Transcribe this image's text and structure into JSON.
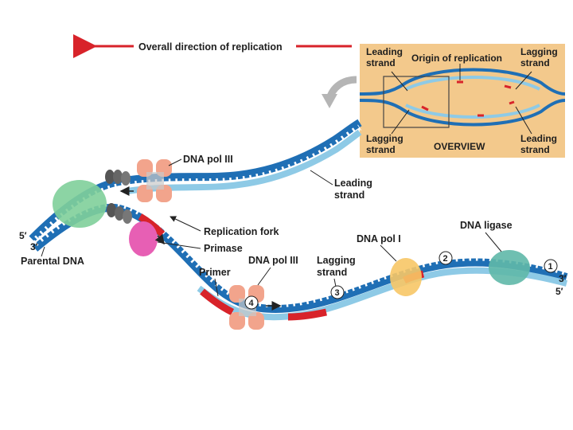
{
  "header": {
    "direction_label": "Overall direction of replication",
    "accent_color": "#d8232a"
  },
  "overview": {
    "title": "OVERVIEW",
    "leading_top": [
      "Leading",
      "strand"
    ],
    "origin": "Origin of replication",
    "lagging_top": [
      "Lagging",
      "strand"
    ],
    "lagging_bottom": [
      "Lagging",
      "strand"
    ],
    "leading_bottom": [
      "Leading",
      "strand"
    ],
    "panel_color": "#f3c98c"
  },
  "labels": {
    "dna_pol_iii_top": "DNA pol III",
    "leading_strand": [
      "Leading",
      "strand"
    ],
    "replication_fork": "Replication fork",
    "primase": "Primase",
    "parental_dna": "Parental DNA",
    "primer": "Primer",
    "dna_pol_iii_bottom": "DNA pol III",
    "lagging_strand": [
      "Lagging",
      "strand"
    ],
    "dna_pol_i": "DNA pol I",
    "dna_ligase": "DNA ligase",
    "five_prime_left": "5′",
    "three_prime_left": "3′",
    "three_prime_right": "3′",
    "five_prime_right": "5′"
  },
  "steps": [
    "1",
    "2",
    "3",
    "4"
  ],
  "colors": {
    "parental_strand": "#1f6fb5",
    "new_strand": "#8ecae6",
    "primer": "#d8232a",
    "pol_iii": "#f2a48c",
    "primase": "#e75fb4",
    "helicase": "#7fcf9a",
    "ligase": "#5fb8a8",
    "pol_i": "#f7c766",
    "clamp": "#555555"
  }
}
